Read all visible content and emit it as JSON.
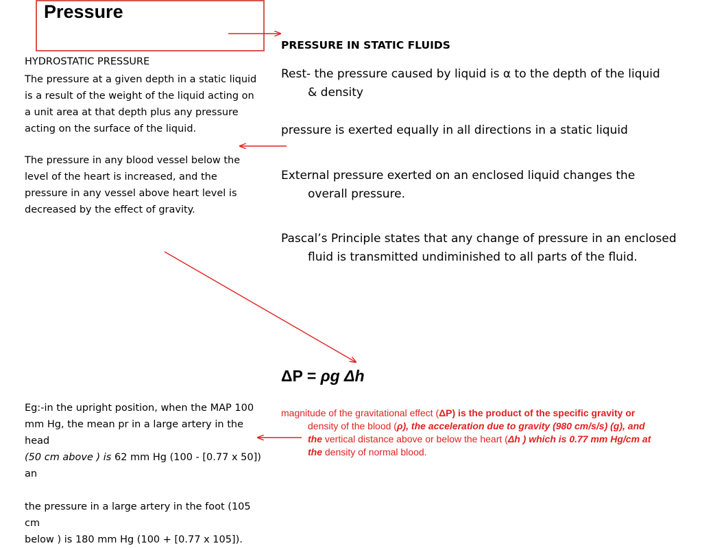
{
  "title": "Pressure",
  "left": {
    "heading": "HYDROSTATIC PRESSURE",
    "para1": "The pressure at a given depth in a static liquid is a result of the weight of the liquid acting on a unit area at that depth plus any pressure acting on the surface of the liquid.",
    "para2_line1": "The pressure in any blood vessel below the level of the heart is increased, and the",
    "para2_line2": "pressure in any vessel above heart level is decreased by the effect of gravity.",
    "eg_line1": "Eg:-in the upright position, when the MAP 100",
    "eg_line2": "mm Hg, the mean pr in a large artery in the head",
    "eg_italic": "(50 cm above ) is",
    "eg_rest": " 62 mm Hg (100 - [0.77 x 50]) an",
    "foot_line1": " the pressure in a large artery in the foot (105 cm",
    "foot_line2": "below ) is 180 mm Hg (100 + [0.77 x 105])."
  },
  "right": {
    "heading": "PRESSURE IN STATIC FLUIDS",
    "p1": "Rest- the pressure caused by liquid is α  to the depth of the liquid & density",
    "p2": "pressure is exerted equally in all directions in a static liquid",
    "p3": "External pressure exerted on an enclosed liquid changes the overall pressure.",
    "p4": "Pascal’s Principle states that any change of pressure in an enclosed fluid is transmitted undiminished to all parts of the fluid."
  },
  "formula": {
    "delta_p": "ΔP = ",
    "rhs": "ρg Δh"
  },
  "gravity_text": {
    "t1": "magnitude of the gravitational effect (",
    "t2": "ΔP) is the product of the specific gravity or",
    "t3": " density of the blood (",
    "t4": "ρ), the acceleration due to gravity (980 cm/s/s) (g), and the",
    "t5": " vertical distance above or below the heart (",
    "t6": "Δh ) which is 0.77 mm Hg/cm at the",
    "t7": " density of normal blood."
  },
  "colors": {
    "accent": "#e02020",
    "title_border": "#d9534f"
  }
}
